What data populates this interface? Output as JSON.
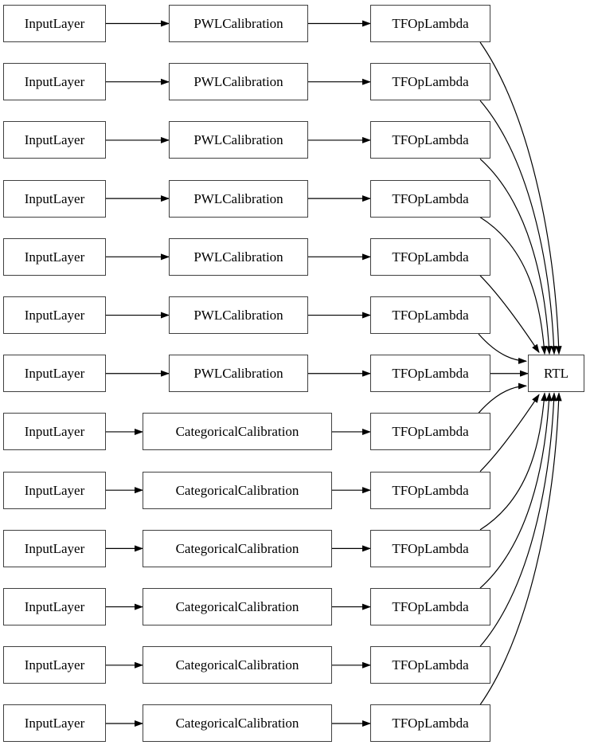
{
  "diagram": {
    "title": "model-graph",
    "rows": [
      {
        "kind": "pwl",
        "input": "InputLayer",
        "calibration": "PWLCalibration",
        "lambda": "TFOpLambda"
      },
      {
        "kind": "pwl",
        "input": "InputLayer",
        "calibration": "PWLCalibration",
        "lambda": "TFOpLambda"
      },
      {
        "kind": "pwl",
        "input": "InputLayer",
        "calibration": "PWLCalibration",
        "lambda": "TFOpLambda"
      },
      {
        "kind": "pwl",
        "input": "InputLayer",
        "calibration": "PWLCalibration",
        "lambda": "TFOpLambda"
      },
      {
        "kind": "pwl",
        "input": "InputLayer",
        "calibration": "PWLCalibration",
        "lambda": "TFOpLambda"
      },
      {
        "kind": "pwl",
        "input": "InputLayer",
        "calibration": "PWLCalibration",
        "lambda": "TFOpLambda"
      },
      {
        "kind": "pwl",
        "input": "InputLayer",
        "calibration": "PWLCalibration",
        "lambda": "TFOpLambda"
      },
      {
        "kind": "categorical",
        "input": "InputLayer",
        "calibration": "CategoricalCalibration",
        "lambda": "TFOpLambda"
      },
      {
        "kind": "categorical",
        "input": "InputLayer",
        "calibration": "CategoricalCalibration",
        "lambda": "TFOpLambda"
      },
      {
        "kind": "categorical",
        "input": "InputLayer",
        "calibration": "CategoricalCalibration",
        "lambda": "TFOpLambda"
      },
      {
        "kind": "categorical",
        "input": "InputLayer",
        "calibration": "CategoricalCalibration",
        "lambda": "TFOpLambda"
      },
      {
        "kind": "categorical",
        "input": "InputLayer",
        "calibration": "CategoricalCalibration",
        "lambda": "TFOpLambda"
      },
      {
        "kind": "categorical",
        "input": "InputLayer",
        "calibration": "CategoricalCalibration",
        "lambda": "TFOpLambda"
      }
    ],
    "output": {
      "label": "RTL"
    },
    "colors": {
      "edge": "#000000",
      "node_border": "#404040",
      "node_fill": "#ffffff",
      "text": "#000000",
      "background": "#ffffff"
    }
  }
}
